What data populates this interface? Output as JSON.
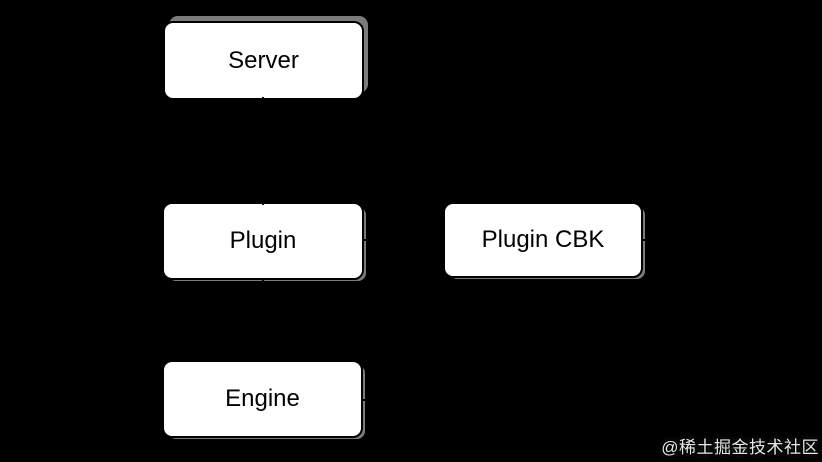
{
  "colors": {
    "background": "#000000",
    "node_fill": "#ffffff",
    "node_border": "#000000",
    "node_shadow": "#7c7c7c",
    "node_text": "#000000",
    "watermark_text": "#e8e8e8"
  },
  "diagram": {
    "type": "flowchart",
    "nodes": [
      {
        "id": "server",
        "label": "Server"
      },
      {
        "id": "plugin",
        "label": "Plugin"
      },
      {
        "id": "plugin_cbk",
        "label": "Plugin CBK"
      },
      {
        "id": "engine",
        "label": "Engine"
      }
    ],
    "edges": [
      {
        "from": "server",
        "to": "plugin",
        "visibility": "black-on-black, only stub visible at box edge"
      },
      {
        "from": "plugin",
        "to": "engine",
        "visibility": "black-on-black, only stub visible at box edge"
      },
      {
        "from": "plugin",
        "to": "plugin_cbk",
        "visibility": "black-on-black"
      },
      {
        "from": "plugin_cbk",
        "to": "engine",
        "visibility": "black-on-black, stubs visible on right edges"
      }
    ]
  },
  "watermark": {
    "text": "@稀土掘金技术社区"
  }
}
